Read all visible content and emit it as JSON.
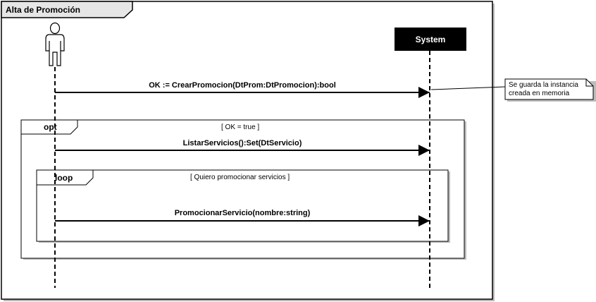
{
  "frame": {
    "title": "Alta de Promoción"
  },
  "participants": {
    "system_label": "System"
  },
  "messages": {
    "m1": "OK := CrearPromocion(DtProm:DtPromocion):bool",
    "m2": "ListarServicios():Set(DtServicio)",
    "m3": "PromocionarServicio(nombre:string)"
  },
  "fragments": {
    "opt": {
      "operator": "opt",
      "guard": "[ OK = true ]"
    },
    "loop": {
      "operator": "loop",
      "guard": "[ Quiero promocionar servicios ]"
    }
  },
  "note": {
    "line1": "Se guarda la instancia",
    "line2": "creada en memoria"
  },
  "colors": {
    "system_box": "#000000",
    "frame_tab": "#e6e6e6",
    "line": "#000000",
    "shadow": "#bdbdbd"
  }
}
